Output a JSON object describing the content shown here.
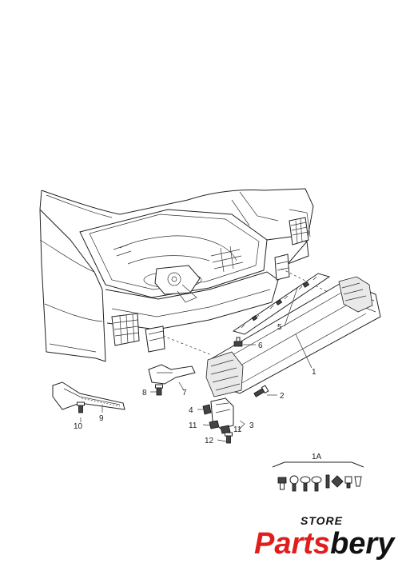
{
  "callouts": {
    "c1": "1",
    "c1A": "1A",
    "c2": "2",
    "c3": "3",
    "c4": "4",
    "c5": "5",
    "c6": "6",
    "c7": "7",
    "c8": "8",
    "c9": "9",
    "c10": "10",
    "c11a": "11",
    "c11b": "11",
    "c12": "12"
  },
  "branding": {
    "store": "STORE",
    "name_part1": "Parts",
    "name_part2": "bery",
    "color_part1": "#e11d1d",
    "color_part2": "#111111"
  }
}
